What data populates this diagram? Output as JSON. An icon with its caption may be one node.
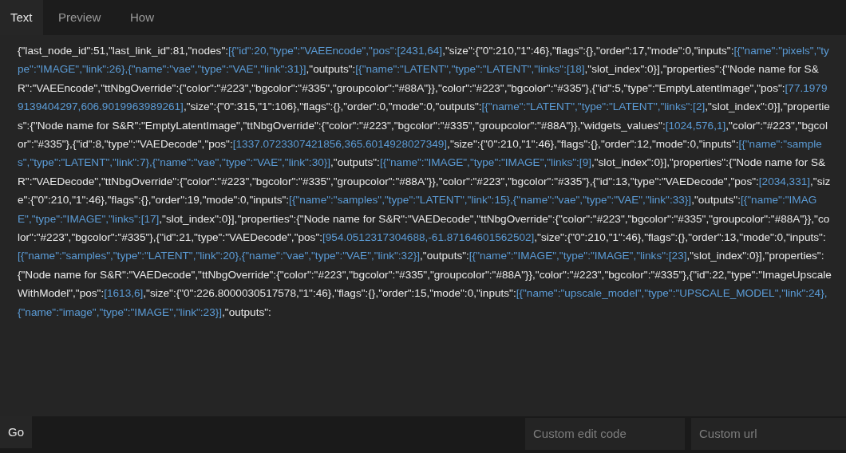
{
  "diagram": {
    "labels": [
      "Text",
      "Preview",
      "How",
      "{\"last_node_id\":51,\"last_link_id\":81,\"nodes\":[{\"id\":20,\"type\":\"VAEEncode\",\"pos\":[2431,64],\"size\":{\"0\":210,\"1\":46},\"flags\":{},\"order\":17,\"mode\":0,\"inputs\":[{\"name\":\"pixels\",\"type\":\"IMAGE\",\"link\":26},{\"name\":\"vae\",\"type\":\"VAE\",\"link\":31}],\"outputs\":[{\"name\":\"LATENT\",\"type\":\"LATENT\",\"links\":[18],\"slot_index\":0}],\"properties\":{\"Node name for S&R\":\"VAEEncode\",\"ttNbgOverride\":{\"color\":\"#223\",\"bgcolor\":\"#335\",\"groupcolor\":\"#88A\"}},\"color\":\"#223\",\"bgcolor\":\"#335\"},{\"id\":5,\"type\":\"EmptyLatentImage\",\"pos\":[77.19799139404297,606.9019963989261],\"size\":{\"0\":315,\"1\":106},\"flags\":{},\"order\":0,\"mode\":0,\"outputs\":[{\"name\":\"LATENT\",\"type\":\"LATENT\",\"links\":[2],\"slot_index\":0}],\"properties\":{\"Node name for S&R\":\"EmptyLatentImage\",\"ttNbgOverride\":{\"color\":\"#223\",\"bgcolor\":\"#335\",\"groupcolor\":\"#88A\"}},\"widgets_values\":[1024,576,1],\"color\":\"#223\",\"bgcolor\":\"#335\"},{\"id\":8,\"type\":\"VAEDecode\",\"pos\":[1337.0723307421856,365.6014928027349],\"size\":{\"0\":210,\"1\":46},\"flags\":{},\"order\":12,\"mode\":0,\"inputs\":[{\"name\":\"samples\",\"type\":\"LATENT\",\"link\":7},{\"name\":\"vae\",\"type\":\"VAE\",\"link\":30}],\"outputs\":[{\"name\":\"IMAGE\",\"type\":\"IMAGE\",\"links\":[9],\"slot_index\":0}],\"properties\":{\"Node name for S&R\":\"VAEDecode\",\"ttNbgOverride\":{\"color\":\"#223\",\"bgcolor\":\"#335\",\"groupcolor\":\"#88A\"}},\"color\":\"#223\",\"bgcolor\":\"#335\"},{\"id\":13,\"type\":\"VAEDecode\",\"pos\":[2034,331],\"size\":{\"0\":210,\"1\":46},\"flags\":{},\"order\":19,\"mode\":0,\"inputs\":[{\"name\":\"samples\",\"type\":\"LATENT\",\"link\":15},{\"name\":\"vae\",\"type\":\"VAE\",\"link\":33}],\"outputs\":[{\"name\":\"IMAGE\",\"type\":\"IMAGE\",\"links\":[17],\"slot_index\":0}],\"properties\":{\"Node name for S&R\":\"VAEDecode\",\"ttNbgOverride\":{\"color\":\"#223\",\"bgcolor\":\"#335\",\"groupcolor\":\"#88A\"}},\"color\":\"#223\",\"bgcolor\":\"#335\"},{\"id\":21,\"type\":\"VAEDecode\",\"pos\":[954.0512317304688,-61.87164601562502],\"size\":{\"0\":210,\"1\":46},\"flags\":{},\"order\":13,\"mode\":0,\"inputs\":[{\"name\":\"samples\",\"type\":\"LATENT\",\"link\":20},{\"name\":\"vae\",\"type\":\"VAE\",\"link\":32}],\"outputs\":[{\"name\":\"IMAGE\",\"type\":\"IMAGE\",\"links\":[23],\"slot_index\":0}],\"properties\":{\"Node name for S&R\":\"VAEDecode\",\"ttNbgOverride\":{\"color\":\"#223\",\"bgcolor\":\"#335\",\"groupcolor\":\"#88A\"}},\"color\":\"#223\",\"bgcolor\":\"#335\"},{\"id\":22,\"type\":\"ImageUpscaleWithModel\",\"pos\":[1613,6],\"size\":{\"0\":226.8000030517578,\"1\":46},\"flags\":{},\"order\":15,\"mode\":0,\"inputs\":[{\"name\":\"upscale_model\",\"type\":\"UPSCALE_MODEL\",\"link\":24},{\"name\":\"image\",\"type\":\"IMAGE\",\"link\":23}],\"outputs\":",
      "Go",
      "Custom edit code",
      "Custom url"
    ]
  }
}
